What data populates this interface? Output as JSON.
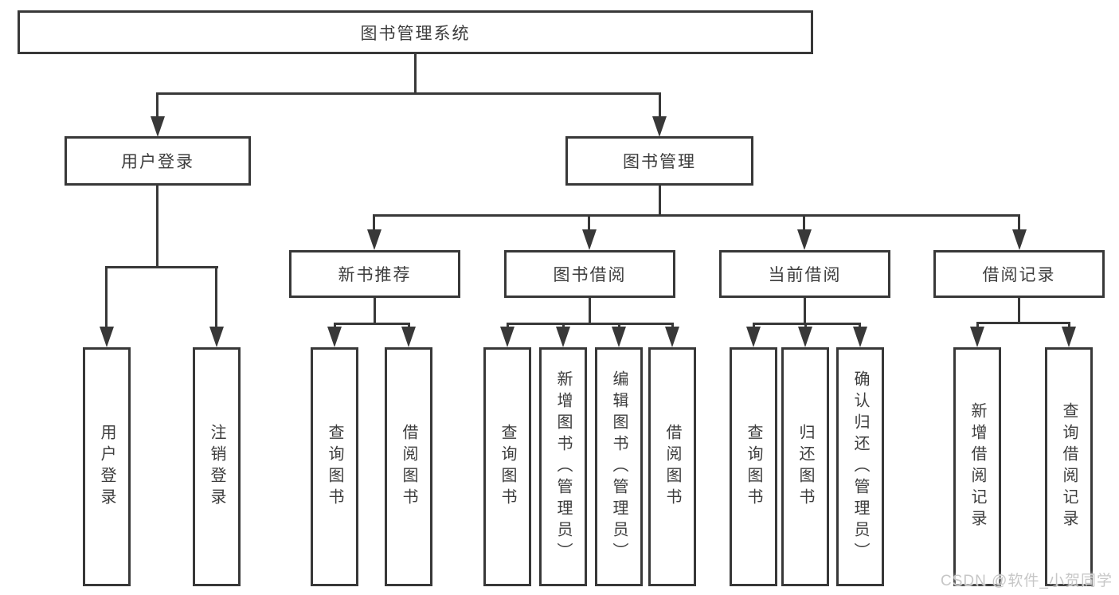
{
  "diagram": {
    "type": "hierarchy-tree",
    "colors": {
      "line": "#383838",
      "box_border": "#383838",
      "text": "#3d3d3d",
      "background": "#ffffff",
      "watermark_text": "#c7c7c7"
    },
    "tree": {
      "label": "图书管理系统",
      "children": [
        {
          "label": "用户登录",
          "children": [
            {
              "label": "用户登录"
            },
            {
              "label": "注销登录"
            }
          ]
        },
        {
          "label": "图书管理",
          "children": [
            {
              "label": "新书推荐",
              "children": [
                {
                  "label": "查询图书"
                },
                {
                  "label": "借阅图书"
                }
              ]
            },
            {
              "label": "图书借阅",
              "children": [
                {
                  "label": "查询图书"
                },
                {
                  "label": "新增图书（管理员）"
                },
                {
                  "label": "编辑图书（管理员）"
                },
                {
                  "label": "借阅图书"
                }
              ]
            },
            {
              "label": "当前借阅",
              "children": [
                {
                  "label": "查询图书"
                },
                {
                  "label": "归还图书"
                },
                {
                  "label": "确认归还（管理员）"
                }
              ]
            },
            {
              "label": "借阅记录",
              "children": [
                {
                  "label": "新增借阅记录"
                },
                {
                  "label": "查询借阅记录"
                }
              ]
            }
          ]
        }
      ]
    },
    "watermark": {
      "text": "CSDN @软件_小贺同学"
    }
  }
}
